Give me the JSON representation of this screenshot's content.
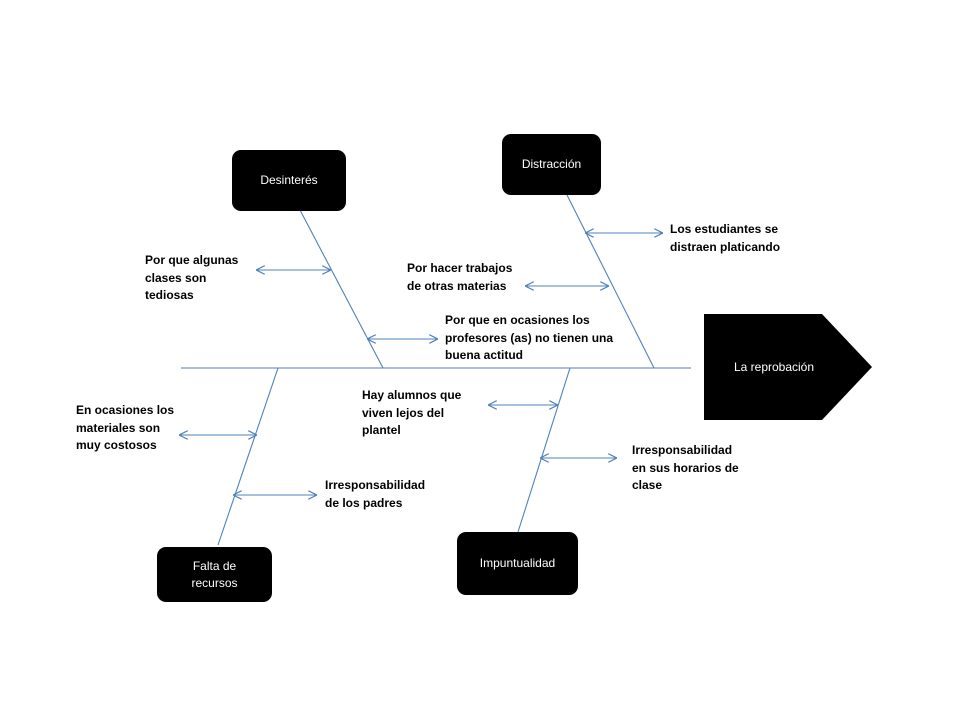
{
  "colors": {
    "line": "#4f81bd",
    "box": "#000000",
    "box_text": "#ffffff",
    "text": "#000000"
  },
  "effect": {
    "label": "La reprobación"
  },
  "categories": {
    "desinteres": {
      "label": "Desinterés"
    },
    "distraccion": {
      "label": "Distracción"
    },
    "falta": {
      "label_lines": [
        "Falta de",
        "recursos"
      ]
    },
    "impuntualidad": {
      "label": "Impuntualidad"
    }
  },
  "causes": {
    "clases_tediosas": [
      "Por que algunas",
      "clases son",
      "tediosas"
    ],
    "profesores": [
      "Por que en ocasiones los",
      "profesores (as) no tienen una",
      "buena actitud"
    ],
    "trabajos": [
      "Por hacer trabajos",
      "de otras materias"
    ],
    "platicando": [
      "Los estudiantes se",
      "distraen platicando"
    ],
    "materiales": [
      "En ocasiones los",
      "materiales son",
      "muy costosos"
    ],
    "padres": [
      "Irresponsabilidad",
      "de los padres"
    ],
    "lejos": [
      "Hay alumnos que",
      "viven lejos del",
      "plantel"
    ],
    "horarios": [
      "Irresponsabilidad",
      "en sus horarios de",
      "clase"
    ]
  }
}
